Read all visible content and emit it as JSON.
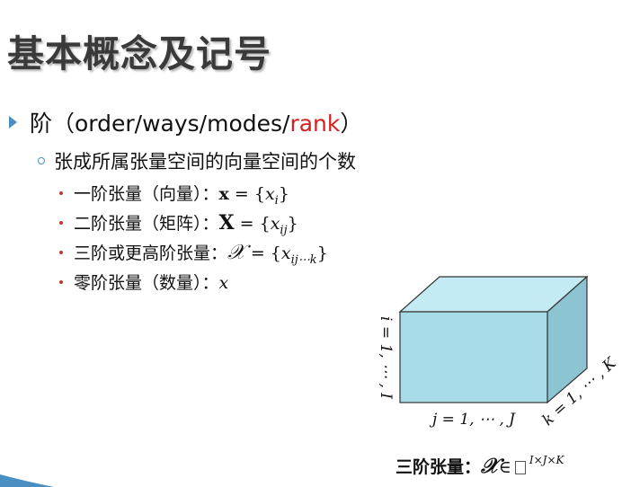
{
  "title": "基本概念及记号",
  "bullet": {
    "prefix": "阶（order/ways/modes/",
    "highlight": "rank",
    "suffix": "）"
  },
  "sub_bullet": "张成所属张量空间的向量空间的个数",
  "items": [
    {
      "label": "一阶张量（向量）：",
      "sym": "x",
      "eq": " = {",
      "var": "x",
      "sub": "i",
      "close": "}"
    },
    {
      "label": "二阶张量（矩阵）：",
      "sym": "X",
      "eq": " = {",
      "var": "x",
      "sub": "ij",
      "close": "}"
    },
    {
      "label": "三阶或更高阶张量：",
      "sym": "𝒳",
      "eq": " = {",
      "var": "x",
      "sub": "ij⋯k",
      "close": "}"
    },
    {
      "label": "零阶张量（数量）：",
      "sym": "x"
    }
  ],
  "cube": {
    "label_i": "i = 1, ⋯ , I",
    "label_j": "j = 1, ⋯ , J",
    "label_k": "k = 1, ⋯ , K",
    "front_color": "#a8dbe8",
    "top_color": "#c4ebf3",
    "side_color": "#8cc4d2"
  },
  "caption": {
    "label": "三阶张量：",
    "sym": "𝒳",
    "in": "∈",
    "sup": "I×J×K"
  },
  "accent_color": "#4a8fc2"
}
